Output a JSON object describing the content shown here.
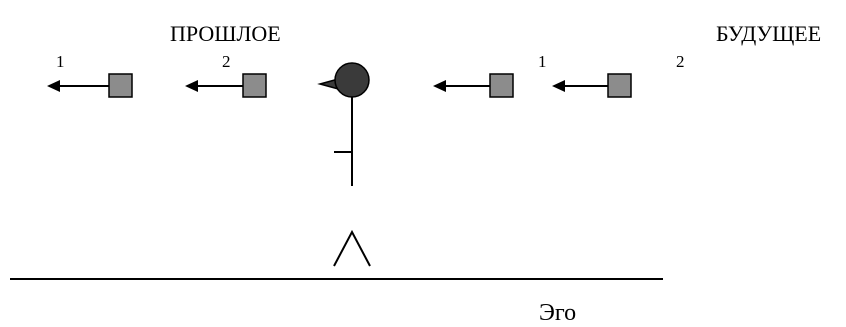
{
  "labels": {
    "past": "ПРОШЛОЕ",
    "future": "БУДУЩЕЕ",
    "ego": "Эго"
  },
  "past_items": [
    {
      "number": "1"
    },
    {
      "number": "2"
    }
  ],
  "future_items": [
    {
      "number": "1"
    },
    {
      "number": "2"
    }
  ],
  "colors": {
    "box_fill": "#8c8c8c",
    "head_fill": "#3a3a3a",
    "stroke": "#000000",
    "background": "#ffffff"
  }
}
